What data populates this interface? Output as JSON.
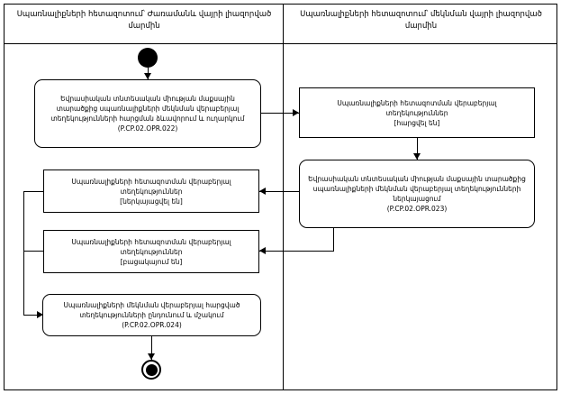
{
  "lanes": [
    {
      "title": "Սպառնալիքների հետազոտում՝ Ժառամանև վայրի լիազորված մարմին"
    },
    {
      "title": "Սպառնալիքների հետազոտում՝ մեկնման վայրի լիազորված մարմին"
    }
  ],
  "nodes": {
    "start": {
      "name": "start-node"
    },
    "a1": {
      "text": "Եվրասիական տնտեսական միության մաքսային տարածքից սպառնալիքների մեկնման վերաբերյալ տեղեկությունների հարցման ձևավորում և ուղարկում\n(P.CP.02.OPR.022)"
    },
    "b1": {
      "text": "Սպառնալիքների հետազոտման վերաբերյալ տեղեկություններ\n[հարցվել են]"
    },
    "b2": {
      "text": "Եվրասիական տնտեսական միության մաքսային տարածքից սպառնալիքների մեկնման վերաբերյալ տեղեկությունների ներկայացում\n(P.CP.02.OPR.023)"
    },
    "a2": {
      "text": "Սպառնալիքների հետազոտման վերաբերյալ տեղեկություններ\n[ներկայացվել են]"
    },
    "a3": {
      "text": "Սպառնալիքների հետազոտման վերաբերյալ տեղեկություններ\n[բացակայում են]"
    },
    "a4": {
      "text": "Սպառնալիքների մեկնման վերաբերյալ հարցված տեղեկությունների ընդունում և մշակում\n(P.CP.02.OPR.024)"
    },
    "end": {
      "name": "end-node"
    }
  }
}
